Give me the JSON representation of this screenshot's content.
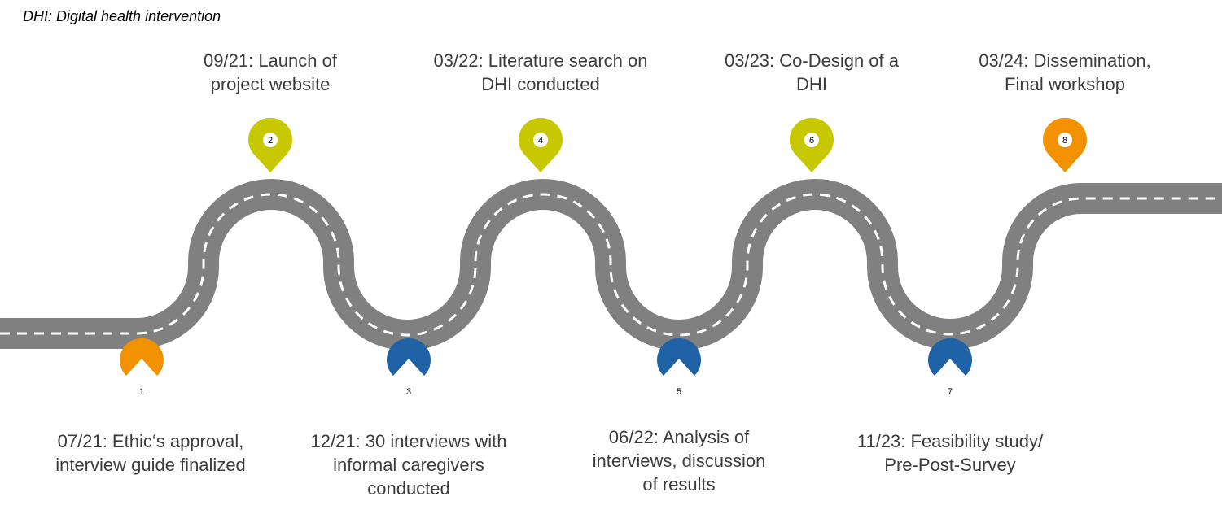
{
  "note": "DHI: Digital health intervention",
  "colors": {
    "road": "#808080",
    "lane_marking": "#ffffff",
    "orange": "#f39200",
    "lime": "#c8c800",
    "blue": "#1f63a6",
    "text": "#3c3c3c"
  },
  "milestones": [
    {
      "number": "1",
      "color": "orange",
      "lines": [
        "07/21: Ethic‘s approval,",
        "interview guide finalized"
      ]
    },
    {
      "number": "2",
      "color": "lime",
      "lines": [
        "09/21: Launch of",
        "project website"
      ]
    },
    {
      "number": "3",
      "color": "blue",
      "lines": [
        "12/21: 30 interviews with",
        "informal caregivers",
        "conducted"
      ]
    },
    {
      "number": "4",
      "color": "lime",
      "lines": [
        "03/22: Literature search on",
        "DHI conducted"
      ]
    },
    {
      "number": "5",
      "color": "blue",
      "lines": [
        "06/22: Analysis of",
        "interviews, discussion",
        "of results"
      ]
    },
    {
      "number": "6",
      "color": "lime",
      "lines": [
        "03/23: Co-Design of a",
        "DHI"
      ]
    },
    {
      "number": "7",
      "color": "blue",
      "lines": [
        "11/23: Feasibility study/",
        "Pre-Post-Survey"
      ]
    },
    {
      "number": "8",
      "color": "orange",
      "lines": [
        "03/24: Dissemination,",
        "Final workshop"
      ]
    }
  ]
}
